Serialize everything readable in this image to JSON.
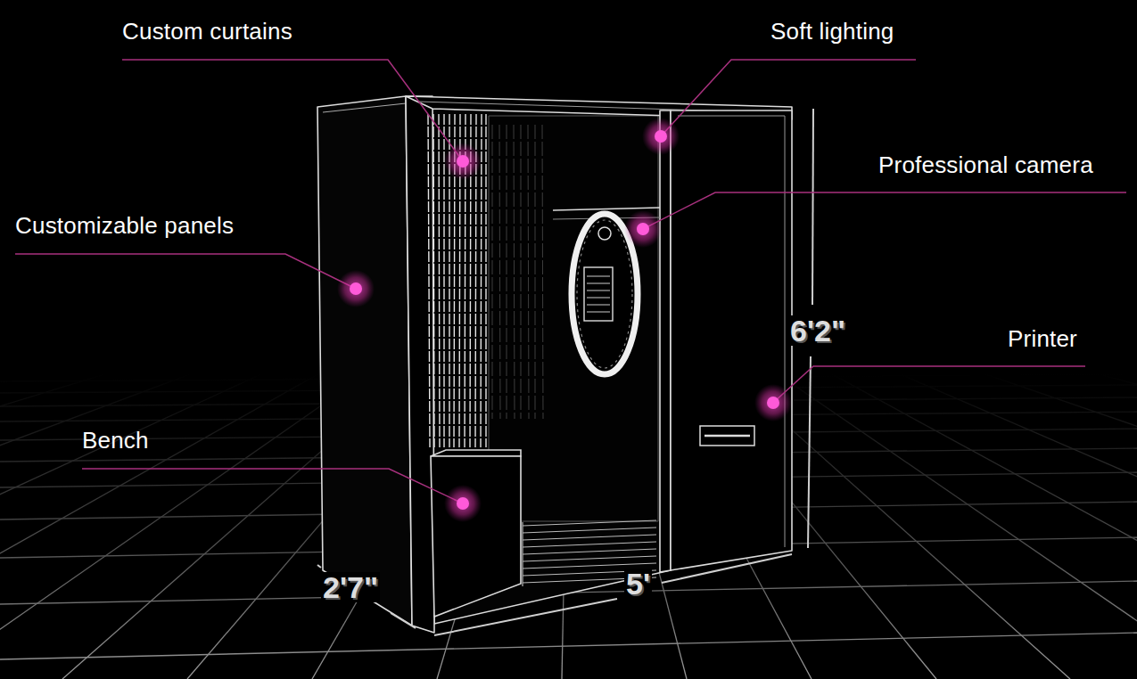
{
  "diagram": {
    "labels": [
      "Custom curtains",
      "Soft lighting",
      "Professional camera",
      "Customizable panels",
      "Printer",
      "Bench",
      "6'2\"",
      "2'7\"",
      "5'"
    ]
  }
}
